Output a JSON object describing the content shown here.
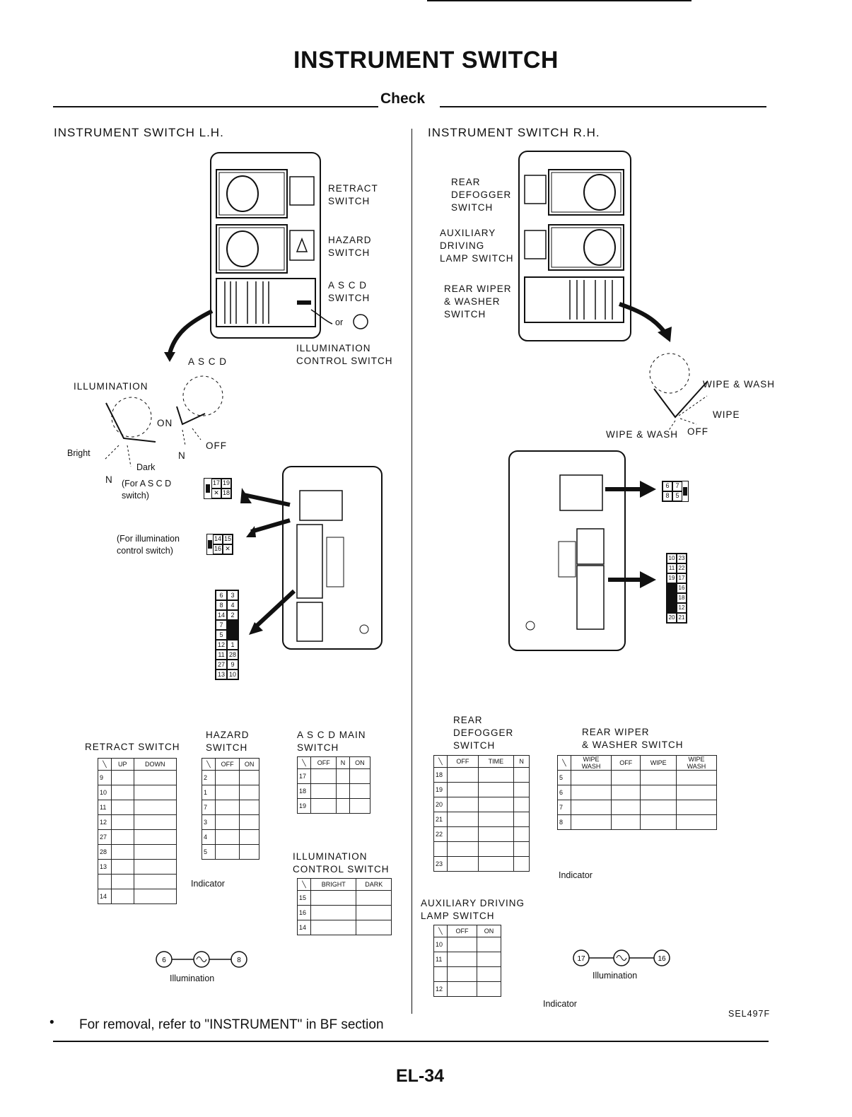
{
  "page": {
    "title": "INSTRUMENT SWITCH",
    "subtitle": "Check",
    "page_number": "EL-34",
    "code": "SEL497F",
    "note_bullet": "•",
    "note": "For removal, refer to \"INSTRUMENT\" in BF section"
  },
  "left": {
    "heading": "INSTRUMENT SWITCH L.H.",
    "retract": "RETRACT\nSWITCH",
    "hazard": "HAZARD\nSWITCH",
    "ascd": "A S C D\nSWITCH",
    "or": "or",
    "illum_ctrl": "ILLUMINATION\nCONTROL SWITCH",
    "ascd_small": "A S C D",
    "illumination": "ILLUMINATION",
    "on": "ON",
    "off": "OFF",
    "n1": "N",
    "n2": "N",
    "bright": "Bright",
    "dark": "Dark",
    "for_ascd": "(For A S C D\nswitch)",
    "for_illum": "(For illumination\ncontrol switch)",
    "conn_ascd": [
      "17",
      "19",
      "18"
    ],
    "conn_illum": [
      "14",
      "15",
      "16"
    ],
    "conn_main": [
      "6",
      "3",
      "8",
      "4",
      "14",
      "2",
      "7",
      "",
      "5",
      "",
      "12",
      "1",
      "11",
      "28",
      "27",
      "9",
      "13",
      "10"
    ]
  },
  "right": {
    "heading": "INSTRUMENT SWITCH R.H.",
    "rear_defogger": "REAR\nDEFOGGER\nSWITCH",
    "aux_lamp": "AUXILIARY\nDRIVING\nLAMP SWITCH",
    "rear_wiper": "REAR WIPER\n& WASHER\nSWITCH",
    "wipe_wash_top": "WIPE & WASH",
    "wipe": "WIPE",
    "wipe_wash_bottom": "WIPE & WASH",
    "off": "OFF",
    "conn_top": [
      "6",
      "7",
      "8",
      "5"
    ],
    "conn_side": [
      "10",
      "23",
      "11",
      "22",
      "19",
      "17",
      "",
      "16",
      "",
      "18",
      "",
      "12",
      "20",
      "21"
    ]
  },
  "tables": {
    "retract": {
      "label": "RETRACT SWITCH",
      "cols": [
        "UP",
        "DOWN"
      ],
      "rows": [
        "9",
        "10",
        "11",
        "12",
        "27",
        "28",
        "13",
        "",
        "14"
      ],
      "indicator": "Indicator"
    },
    "hazard": {
      "label": "HAZARD\nSWITCH",
      "cols": [
        "OFF",
        "ON"
      ],
      "rows": [
        "2",
        "1",
        "7",
        "3",
        "4",
        "5"
      ]
    },
    "ascd_main": {
      "label": "A S C D MAIN\nSWITCH",
      "cols": [
        "OFF",
        "N",
        "ON"
      ],
      "rows": [
        "17",
        "18",
        "19"
      ]
    },
    "illum_ctrl": {
      "label": "ILLUMINATION\nCONTROL SWITCH",
      "cols": [
        "BRIGHT",
        "DARK"
      ],
      "rows": [
        "15",
        "16",
        "14"
      ]
    },
    "defogger": {
      "label": "REAR\nDEFOGGER\nSWITCH",
      "cols": [
        "OFF",
        "TIME",
        "N"
      ],
      "rows": [
        "18",
        "19",
        "20",
        "21",
        "22",
        "",
        "23"
      ],
      "indicator": "Indicator"
    },
    "wiper": {
      "label": "REAR WIPER\n& WASHER SWITCH",
      "cols": [
        "WIPE\nWASH",
        "OFF",
        "WIPE",
        "WIPE\nWASH"
      ],
      "rows": [
        "5",
        "6",
        "7",
        "8"
      ]
    },
    "aux": {
      "label": "AUXILIARY DRIVING\nLAMP SWITCH",
      "cols": [
        "OFF",
        "ON"
      ],
      "rows": [
        "10",
        "11",
        "",
        "12"
      ],
      "indicator": "Indicator"
    }
  },
  "illum_left": {
    "a": "6",
    "b": "8",
    "label": "Illumination"
  },
  "illum_right": {
    "a": "17",
    "b": "16",
    "label": "Illumination"
  }
}
